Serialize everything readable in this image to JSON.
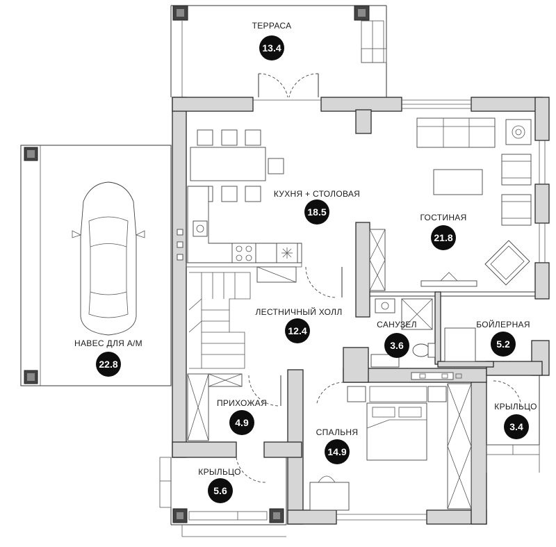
{
  "rooms": [
    {
      "id": "terrace",
      "name": "ТЕРРАСА",
      "area": "13.4"
    },
    {
      "id": "kitchen",
      "name": "КУХНЯ + СТОЛОВАЯ",
      "area": "18.5"
    },
    {
      "id": "living",
      "name": "ГОСТИНАЯ",
      "area": "21.8"
    },
    {
      "id": "carport",
      "name": "НАВЕС ДЛЯ А/М",
      "area": "22.8"
    },
    {
      "id": "stair-hall",
      "name": "ЛЕСТНИЧНЫЙ ХОЛЛ",
      "area": "12.4"
    },
    {
      "id": "bathroom",
      "name": "САНУЗЕЛ",
      "area": "3.6"
    },
    {
      "id": "boiler",
      "name": "БОЙЛЕРНАЯ",
      "area": "5.2"
    },
    {
      "id": "hallway",
      "name": "ПРИХОЖАЯ",
      "area": "4.9"
    },
    {
      "id": "bedroom",
      "name": "СПАЛЬНЯ",
      "area": "14.9"
    },
    {
      "id": "porch-right",
      "name": "КРЫЛЬЦО",
      "area": "3.4"
    },
    {
      "id": "porch-left",
      "name": "КРЫЛЬЦО",
      "area": "5.6"
    }
  ]
}
